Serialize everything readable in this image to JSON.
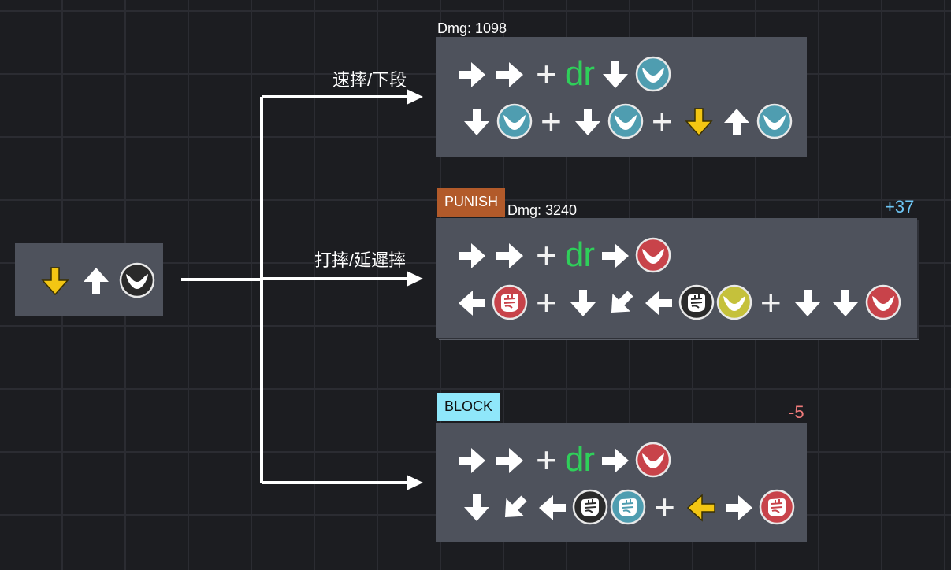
{
  "start_node": {
    "icons": [
      "arrow-down-yellow-icon",
      "arrow-up-icon",
      "kick-black-icon"
    ]
  },
  "branches": [
    {
      "label": "速摔/下段",
      "dmg": "Dmg: 1098",
      "tag": "",
      "advantage": "",
      "rows": [
        [
          "arrow-right-icon",
          "arrow-right-icon",
          "plus",
          "dr",
          "arrow-down-icon",
          "kick-blue-icon"
        ],
        [
          "arrow-down-icon",
          "kick-blue-icon",
          "plus",
          "arrow-down-icon",
          "kick-blue-icon",
          "plus",
          "arrow-down-yellow-icon",
          "arrow-up-icon",
          "kick-blue-icon"
        ]
      ]
    },
    {
      "label": "打摔/延遲摔",
      "dmg": "Dmg: 3240",
      "tag": "PUNISH",
      "advantage": "+37",
      "rows": [
        [
          "arrow-right-icon",
          "arrow-right-icon",
          "plus",
          "dr",
          "arrow-right-icon",
          "kick-red-icon"
        ],
        [
          "arrow-left-icon",
          "punch-red-icon",
          "plus",
          "arrow-down-icon",
          "arrow-down-left-icon",
          "arrow-left-icon",
          "punch-black-icon",
          "kick-yellow-icon",
          "plus",
          "arrow-down-icon",
          "arrow-down-icon",
          "kick-red-icon"
        ]
      ]
    },
    {
      "label": "",
      "dmg": "",
      "tag": "BLOCK",
      "advantage": "-5",
      "rows": [
        [
          "arrow-right-icon",
          "arrow-right-icon",
          "plus",
          "dr",
          "arrow-right-icon",
          "kick-red-icon"
        ],
        [
          "arrow-down-icon",
          "arrow-down-left-icon",
          "arrow-left-icon",
          "punch-black-icon",
          "punch-blue-icon",
          "plus",
          "arrow-left-yellow-icon",
          "arrow-right-icon",
          "punch-red-icon"
        ]
      ]
    }
  ],
  "text": {
    "plus": "+",
    "dr": "dr"
  },
  "colors": {
    "background": "#1c1d21",
    "grid": "#2b2c32",
    "box": "#4e525c",
    "dr_green": "#2fcf5a",
    "punish_tag": "#b25a2a",
    "block_tag": "#8fe7fa",
    "plus_advantage": "#6ec6f5",
    "minus_advantage": "#f07b7b",
    "yellow_arrow": "#f3c613",
    "blue_button": "#4f9db0",
    "red_button": "#c8434a",
    "black_button": "#2a2a2a",
    "yellow_button": "#c5c13b"
  }
}
